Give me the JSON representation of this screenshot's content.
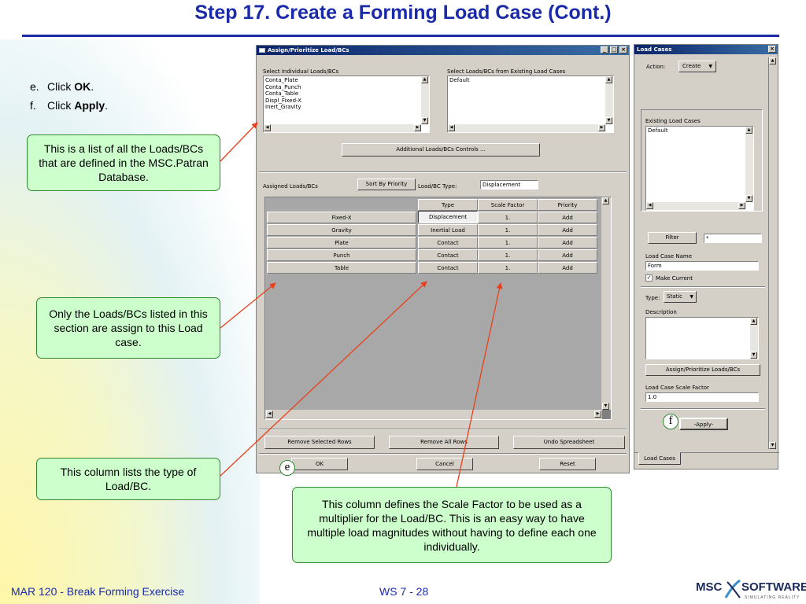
{
  "slide": {
    "title": "Step 17. Create a Forming Load Case (Cont.)",
    "steps": [
      {
        "label": "e.",
        "pre": "Click ",
        "bold": "OK",
        "post": "."
      },
      {
        "label": "f.",
        "pre": "Click ",
        "bold": "Apply",
        "post": "."
      }
    ],
    "callouts": {
      "list": "This is a list of all the Loads/BCs that are defined in the MSC.Patran Database.",
      "assigned": "Only the Loads/BCs listed in this section are assign to this Load case.",
      "type": "This column lists the type of Load/BC.",
      "scale": "This column defines the Scale Factor to be used as a multiplier for the Load/BC.  This is an easy way to have multiple load magnitudes without having to define each one individually."
    },
    "markers": {
      "e": "e",
      "f": "f"
    },
    "footer": {
      "left": "MAR 120 - Break Forming Exercise",
      "center": "WS 7 - 28"
    },
    "logo": {
      "msc": "MSC",
      "software": "SOFTWARE",
      "tagline": "SIMULATING REALITY"
    }
  },
  "assign_dialog": {
    "title": "Assign/Prioritize Load/BCs",
    "window_buttons": [
      "_",
      "□",
      "×"
    ],
    "select_individual_label": "Select Individual Loads/BCs",
    "individual_items": [
      "Conta_Plate",
      "Conta_Punch",
      "Conta_Table",
      "Displ_Fixed-X",
      "Inert_Gravity"
    ],
    "select_existing_label": "Select Loads/BCs from Existing Load Cases",
    "existing_items": [
      "Default"
    ],
    "additional_button": "Additional Loads/BCs Controls ...",
    "assigned_label": "Assigned Loads/BCs",
    "sort_button": "Sort By Priority",
    "type_label": "Load/BC Type:",
    "type_value": "Displacement",
    "columns": [
      "Type",
      "Scale Factor",
      "Priority"
    ],
    "rows": [
      {
        "name": "Fixed-X",
        "type": "Displacement",
        "scale": "1.",
        "priority": "Add"
      },
      {
        "name": "Gravity",
        "type": "Inertial Load",
        "scale": "1.",
        "priority": "Add"
      },
      {
        "name": "Plate",
        "type": "Contact",
        "scale": "1.",
        "priority": "Add"
      },
      {
        "name": "Punch",
        "type": "Contact",
        "scale": "1.",
        "priority": "Add"
      },
      {
        "name": "Table",
        "type": "Contact",
        "scale": "1.",
        "priority": "Add"
      }
    ],
    "remove_selected": "Remove Selected Rows",
    "remove_all": "Remove All Rows",
    "undo": "Undo Spreadsheet",
    "ok": "OK",
    "cancel": "Cancel",
    "reset": "Reset"
  },
  "load_cases_panel": {
    "title": "Load Cases",
    "close": "×",
    "action_label": "Action:",
    "action_value": "Create",
    "existing_label": "Existing Load Cases",
    "existing_items": [
      "Default"
    ],
    "filter_button": "Filter",
    "filter_value": "*",
    "name_label": "Load Case Name",
    "name_value": "Form",
    "make_current": "Make Current",
    "type_label": "Type:",
    "type_value": "Static",
    "description_label": "Description",
    "assign_button": "Assign/Prioritize Loads/BCs",
    "scale_label": "Load Case Scale Factor",
    "scale_value": "1.0",
    "apply_button": "-Apply-",
    "tab": "Load Cases"
  },
  "colors": {
    "title": "#1a2aa8",
    "callout_fill": "#ccffcc",
    "callout_border": "#2f8a2f",
    "arrow": "#e8401c",
    "window_title": "#0a246a"
  }
}
